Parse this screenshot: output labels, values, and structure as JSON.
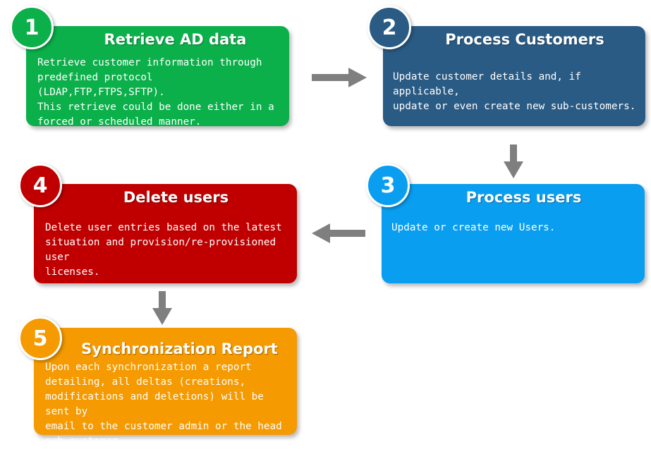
{
  "colors": {
    "step1": "#0bb04a",
    "step2": "#2a5b84",
    "step3": "#0a9ef0",
    "step4": "#c00000",
    "step5": "#f59a00",
    "arrow": "#7f7f7f"
  },
  "steps": [
    {
      "number": "1",
      "title": "Retrieve AD data",
      "text": "Retrieve customer information through\npredefined protocol (LDAP,FTP,FTPS,SFTP).\nThis retrieve could be done either in a\nforced or scheduled manner."
    },
    {
      "number": "2",
      "title": "Process Customers",
      "text": "Update customer details and, if applicable,\nupdate or even create new sub-customers."
    },
    {
      "number": "3",
      "title": "Process users",
      "text": "Update or create new Users."
    },
    {
      "number": "4",
      "title": "Delete users",
      "text": "Delete user entries based on the latest\nsituation and provision/re-provisioned user\nlicenses."
    },
    {
      "number": "5",
      "title": "Synchronization Report",
      "text": "Upon each synchronization a report\ndetailing, all deltas (creations,\nmodifications and deletions) will be sent by\nemail to the customer admin or the head\nsub-customer."
    }
  ],
  "arrows": [
    {
      "from": "1",
      "to": "2",
      "direction": "right"
    },
    {
      "from": "2",
      "to": "3",
      "direction": "down"
    },
    {
      "from": "3",
      "to": "4",
      "direction": "left"
    },
    {
      "from": "4",
      "to": "5",
      "direction": "down"
    }
  ]
}
